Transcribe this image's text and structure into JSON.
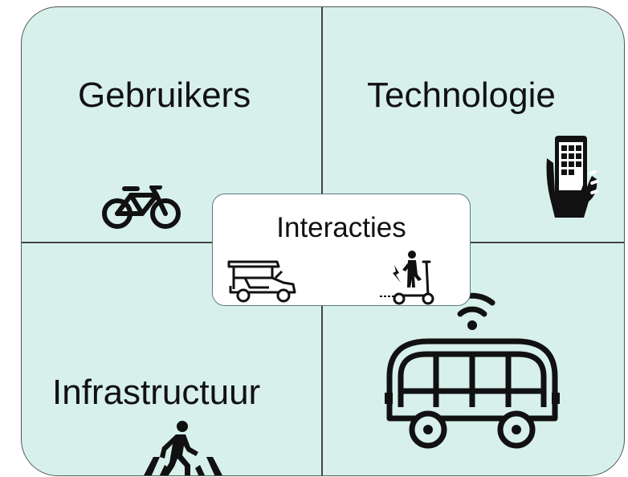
{
  "diagram": {
    "quadrants": {
      "top_left": {
        "label": "Gebruikers",
        "icon": "bicycle-icon"
      },
      "top_right": {
        "label": "Technologie",
        "icon": "smartphone-hand-icon"
      },
      "bottom_left": {
        "label": "Infrastructuur",
        "icon": "pedestrian-crossing-icon"
      },
      "bottom_right": {
        "label": "",
        "icon": "connected-shuttle-bus-icon"
      }
    },
    "center": {
      "label": "Interacties",
      "icons": [
        "golf-cart-icon",
        "electric-scooter-icon"
      ]
    },
    "colors": {
      "background": "#d7f0eb",
      "center_box": "#ffffff",
      "lines": "#444444",
      "text": "#111111"
    }
  }
}
